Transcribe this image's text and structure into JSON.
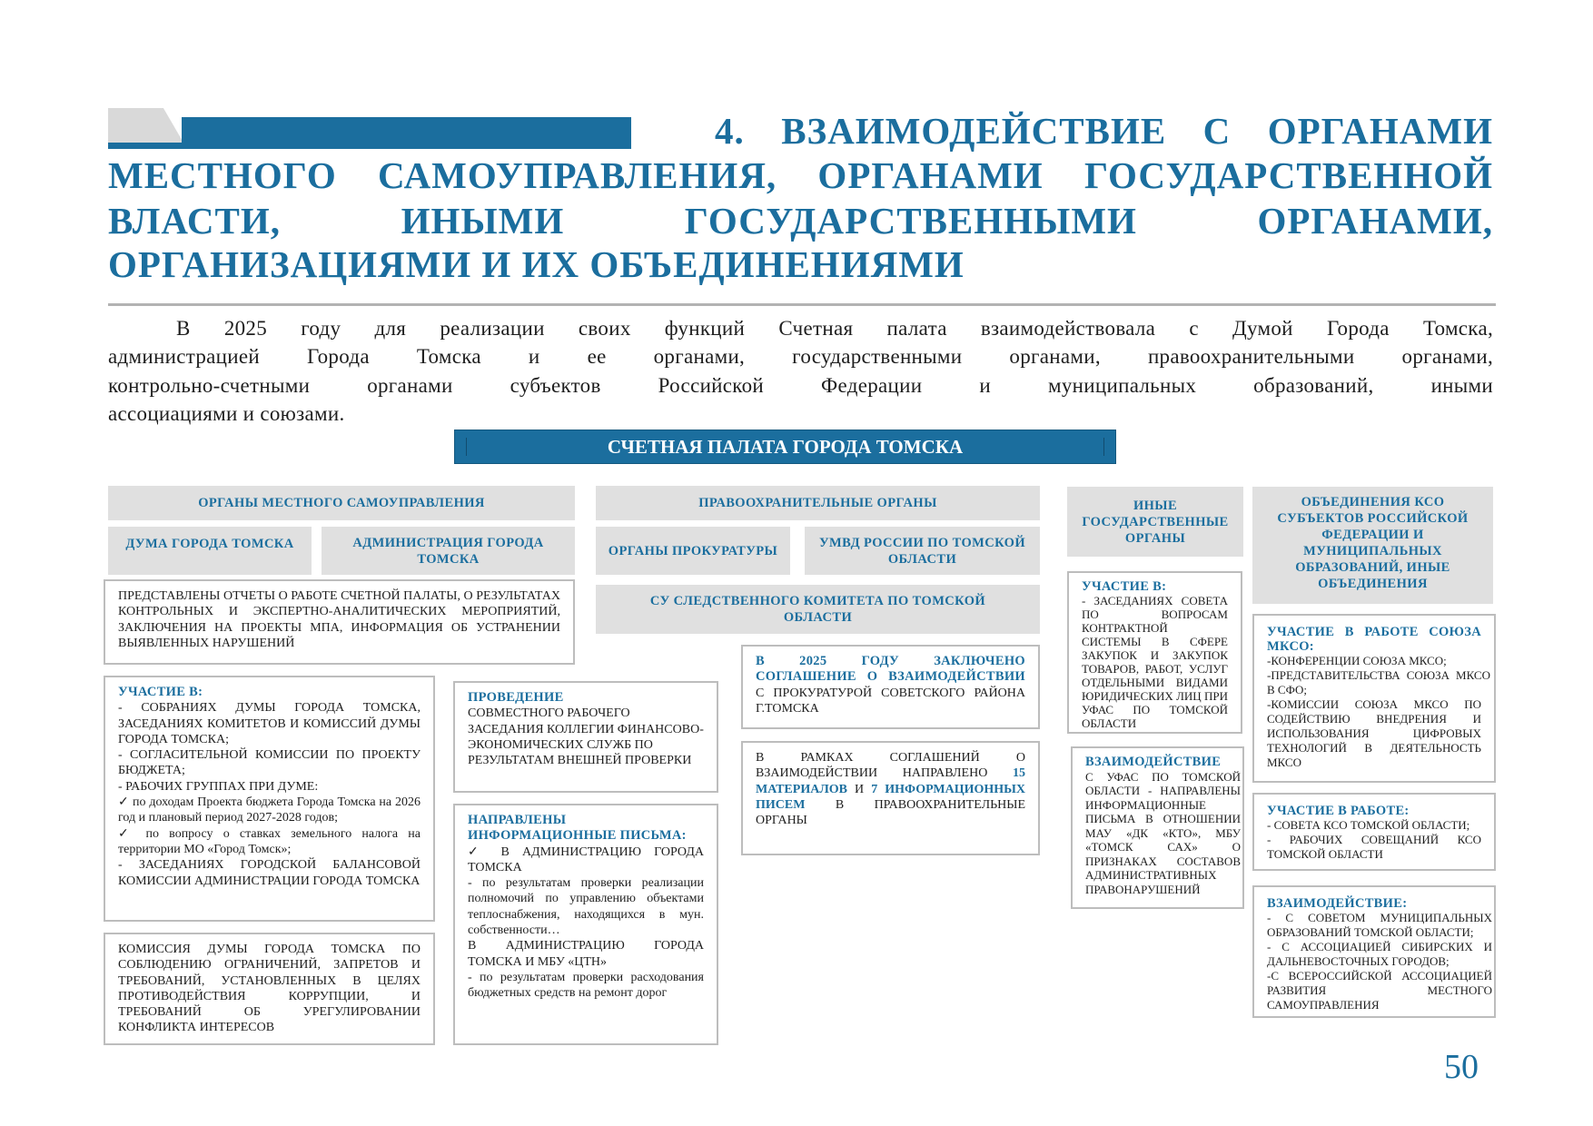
{
  "header": {
    "title_lines": [
      "4. ВЗАИМОДЕЙСТВИЕ С ОРГАНАМИ",
      "МЕСТНОГО САМОУПРАВЛЕНИЯ, ОРГАНАМИ ГОСУДАРСТВЕННОЙ",
      "ВЛАСТИ, ИНЫМИ ГОСУДАРСТВЕННЫМИ ОРГАНАМИ,",
      "ОРГАНИЗАЦИЯМИ И ИХ ОБЪЕДИНЕНИЯМИ"
    ],
    "accent_color": "#1b6e9e"
  },
  "intro_lines": [
    "В 2025 году для реализации своих функций Счетная палата взаимодействовала с Думой Города Томска,",
    "администрацией Города Томска и ее органами, государственными органами, правоохранительными органами,",
    "контрольно-счетными органами субъектов Российской Федерации и муниципальных образований, иными",
    "ассоциациями и союзами."
  ],
  "banner": "СЧЕТНАЯ ПАЛАТА ГОРОДА ТОМСКА",
  "col1": {
    "header": "ОРГАНЫ МЕСТНОГО САМОУПРАВЛЕНИЯ",
    "duma": "ДУМА ГОРОДА ТОМСКА",
    "admin": "АДМИНИСТРАЦИЯ ГОРОДА ТОМСКА",
    "reports": "ПРЕДСТАВЛЕНЫ ОТЧЕТЫ О РАБОТЕ СЧЕТНОЙ ПАЛАТЫ, О РЕЗУЛЬТАТАХ КОНТРОЛЬНЫХ И ЭКСПЕРТНО-АНАЛИТИЧЕСКИХ МЕРОПРИЯТИЙ, ЗАКЛЮЧЕНИЯ НА ПРОЕКТЫ МПА, ИНФОРМАЦИЯ ОБ УСТРАНЕНИИ ВЫЯВЛЕННЫХ НАРУШЕНИЙ",
    "participation": {
      "title": "УЧАСТИЕ В:",
      "items": [
        "- СОБРАНИЯХ ДУМЫ ГОРОДА ТОМСКА, ЗАСЕДАНИЯХ КОМИТЕТОВ И КОМИССИЙ ДУМЫ ГОРОДА ТОМСКА;",
        "- СОГЛАСИТЕЛЬНОЙ КОМИССИИ ПО ПРОЕКТУ БЮДЖЕТА;",
        " - РАБОЧИХ ГРУППАХ ПРИ ДУМЕ:",
        "✓ по доходам Проекта бюджета Города Томска на 2026 год и плановый период 2027-2028 годов;",
        "✓ по вопросу о ставках земельного налога на территории МО «Город Томск»;",
        "- ЗАСЕДАНИЯХ ГОРОДСКОЙ БАЛАНСОВОЙ КОМИССИИ АДМИНИСТРАЦИИ ГОРОДА ТОМСКА"
      ]
    },
    "commission": "КОМИССИЯ ДУМЫ ГОРОДА ТОМСКА ПО СОБЛЮДЕНИЮ ОГРАНИЧЕНИЙ, ЗАПРЕТОВ И ТРЕБОВАНИЙ, УСТАНОВЛЕННЫХ В ЦЕЛЯХ ПРОТИВОДЕЙСТВИЯ КОРРУПЦИИ, И ТРЕБОВАНИЙ ОБ УРЕГУЛИРОВАНИИ КОНФЛИКТА ИНТЕРЕСОВ",
    "meeting": {
      "title": "ПРОВЕДЕНИЕ",
      "text": "СОВМЕСТНОГО РАБОЧЕГО ЗАСЕДАНИЯ КОЛЛЕГИИ ФИНАНСОВО-ЭКОНОМИЧЕСКИХ СЛУЖБ ПО РЕЗУЛЬТАТАМ ВНЕШНЕЙ ПРОВЕРКИ"
    },
    "letters": {
      "title": "НАПРАВЛЕНЫ ИНФОРМАЦИОННЫЕ ПИСЬМА:",
      "items": [
        "✓ В АДМИНИСТРАЦИЮ ГОРОДА ТОМСКА",
        "- по результатам проверки реализации полномочий по управлению объектами теплоснабжения, находящихся в мун. собственности…",
        " В АДМИНИСТРАЦИЮ ГОРОДА ТОМСКА И МБУ «ЦТН»",
        "- по результатам проверки расходования бюджетных средств на ремонт дорог"
      ]
    }
  },
  "col2": {
    "header": "ПРАВООХРАНИТЕЛЬНЫЕ ОРГАНЫ",
    "prosecutor": "ОРГАНЫ ПРОКУРАТУРЫ",
    "umvd": "УМВД РОССИИ ПО ТОМСКОЙ ОБЛАСТИ",
    "su": "СУ СЛЕДСТВЕННОГО КОМИТЕТА ПО ТОМСКОЙ ОБЛАСТИ",
    "agreement": {
      "title": "В 2025 ГОДУ ЗАКЛЮЧЕНО СОГЛАШЕНИЕ О ВЗАИМОДЕЙСТВИИ",
      "text": "С ПРОКУРАТУРОЙ СОВЕТСКОГО РАЙОНА Г.ТОМСКА"
    },
    "materials": {
      "pre": "В РАМКАХ СОГЛАШЕНИЙ О ВЗАИМОДЕЙСТВИИ НАПРАВЛЕНО",
      "materials": "15 МАТЕРИАЛОВ",
      "and": "И",
      "letters": "7 ИНФОРМАЦИОННЫХ ПИСЕМ",
      "post": "В ПРАВООХРАНИТЕЛЬНЫЕ ОРГАНЫ"
    }
  },
  "col3": {
    "header": "ИНЫЕ ГОСУДАРСТВЕННЫЕ ОРГАНЫ",
    "participation": {
      "title": "УЧАСТИЕ В:",
      "text": "- ЗАСЕДАНИЯХ СОВЕТА ПО ВОПРОСАМ КОНТРАКТНОЙ СИСТЕМЫ В СФЕРЕ ЗАКУПОК И ЗАКУПОК ТОВАРОВ, РАБОТ, УСЛУГ ОТДЕЛЬНЫМИ ВИДАМИ ЮРИДИЧЕСКИХ ЛИЦ ПРИ УФАС ПО ТОМСКОЙ ОБЛАСТИ"
    },
    "interaction": {
      "title": "ВЗАИМОДЕЙСТВИЕ",
      "text": "С УФАС ПО ТОМСКОЙ ОБЛАСТИ - НАПРАВЛЕНЫ ИНФОРМАЦИОННЫЕ ПИСЬМА В ОТНОШЕНИИ МАУ «ДК «КТО», МБУ «ТОМСК САХ» О ПРИЗНАКАХ СОСТАВОВ АДМИНИСТРАТИВНЫХ ПРАВОНАРУШЕНИЙ"
    }
  },
  "col4": {
    "header": "ОБЪЕДИНЕНИЯ КСО СУБЪЕКТОВ РОССИЙСКОЙ ФЕДЕРАЦИИ И МУНИЦИПАЛЬНЫХ ОБРАЗОВАНИЙ, ИНЫЕ ОБЪЕДИНЕНИЯ",
    "union": {
      "title": "УЧАСТИЕ В РАБОТЕ СОЮЗА МКСО:",
      "items": [
        "-КОНФЕРЕНЦИИ СОЮЗА МКСО;",
        " -ПРЕДСТАВИТЕЛЬСТВА СОЮЗА МКСО В СФО;",
        "-КОМИССИИ СОЮЗА МКСО ПО СОДЕЙСТВИЮ ВНЕДРЕНИЯ И ИСПОЛЬЗОВАНИЯ ЦИФРОВЫХ ТЕХНОЛОГИЙ В ДЕЯТЕЛЬНОСТЬ МКСО"
      ]
    },
    "work": {
      "title": "УЧАСТИЕ В РАБОТЕ:",
      "items": [
        "- СОВЕТА КСО ТОМСКОЙ ОБЛАСТИ;",
        " - РАБОЧИХ СОВЕЩАНИЙ КСО ТОМСКОЙ ОБЛАСТИ"
      ]
    },
    "interaction": {
      "title": "ВЗАИМОДЕЙСТВИЕ:",
      "items": [
        "- С СОВЕТОМ МУНИЦИПАЛЬНЫХ ОБРАЗОВАНИЙ ТОМСКОЙ ОБЛАСТИ;",
        "- С АССОЦИАЦИЕЙ СИБИРСКИХ И ДАЛЬНЕВОСТОЧНЫХ ГОРОДОВ;",
        "-С ВСЕРОССИЙСКОЙ АССОЦИАЦИЕЙ РАЗВИТИЯ МЕСТНОГО САМОУПРАВЛЕНИЯ"
      ]
    }
  },
  "page_number": "50"
}
